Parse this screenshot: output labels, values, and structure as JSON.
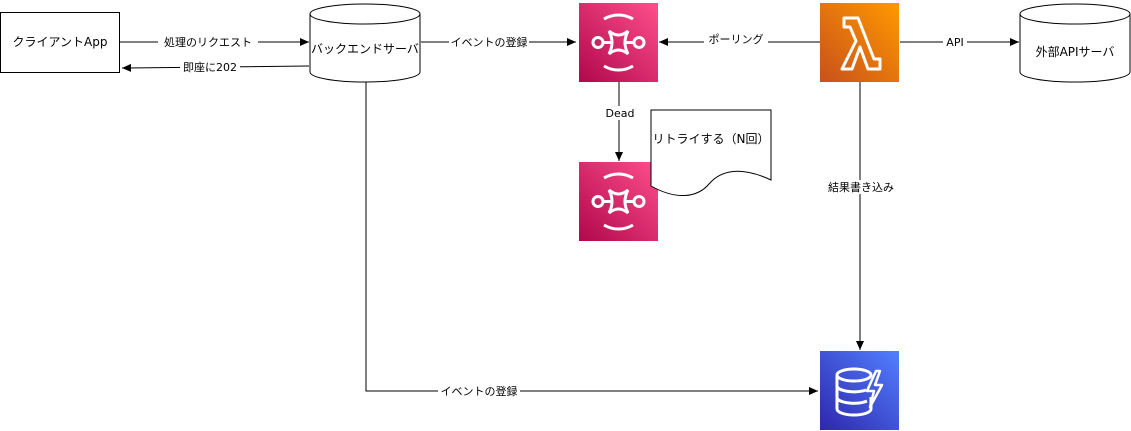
{
  "nodes": {
    "client": "クライアントApp",
    "backend": "バックエンドサーバ",
    "external": "外部APIサーバ",
    "retry_note": "リトライする（N回）"
  },
  "edges": {
    "request": "処理のリクエスト",
    "immediate": "即座に202",
    "register_event_sqs": "イベントの登録",
    "polling": "ポーリング",
    "api": "API",
    "dead": "Dead",
    "write_result": "結果書き込み",
    "register_event_db": "イベントの登録"
  },
  "colors": {
    "sqs": "#e7157b",
    "lambda": "#f58536",
    "dynamodb": "#3b48cc"
  },
  "icons": {
    "sqs_main": "sqs-queue-icon",
    "sqs_dead": "sqs-dead-letter-queue-icon",
    "lambda": "lambda-icon",
    "dynamodb": "dynamodb-icon"
  }
}
